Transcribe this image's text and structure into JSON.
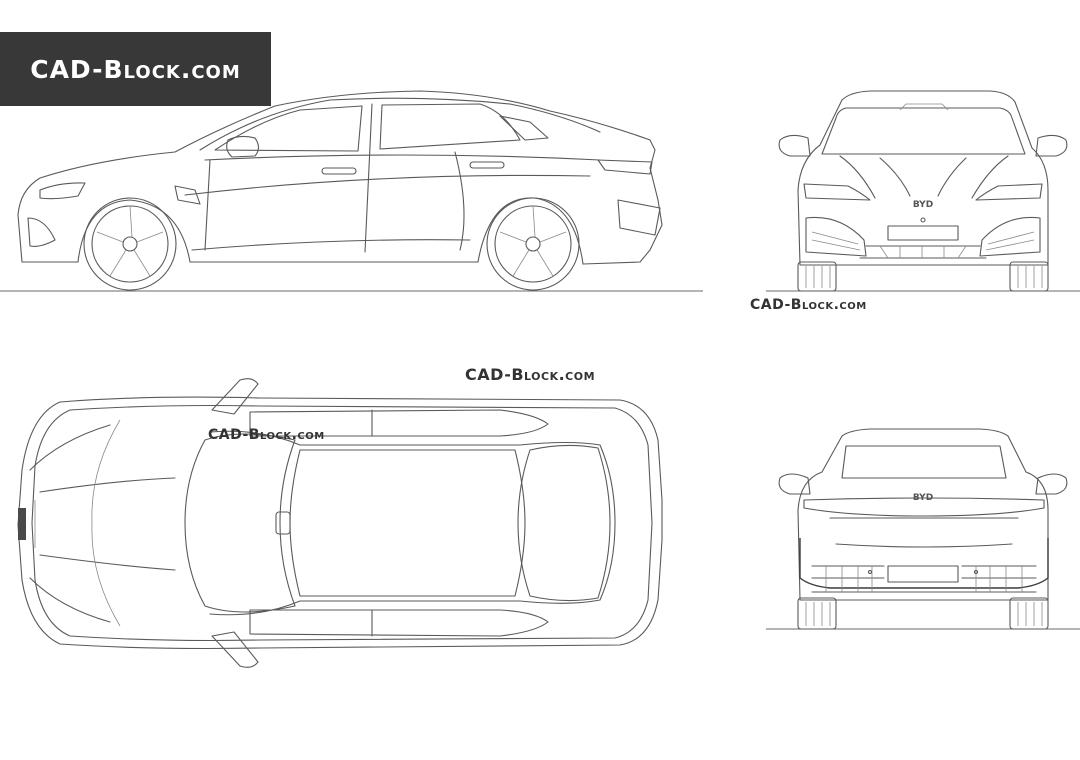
{
  "banner": {
    "text": "CAD-Block.com"
  },
  "watermarks": {
    "front_view": "CAD-Block.com",
    "middle": "CAD-Block.com",
    "top_view": "CAD-Block.com"
  },
  "badges": {
    "front_logo": "BYD",
    "rear_logo": "BYD"
  },
  "colors": {
    "banner_bg": "#383838",
    "banner_text": "#ffffff",
    "line": "#5a5a5a",
    "watermark_text": "#333333"
  }
}
